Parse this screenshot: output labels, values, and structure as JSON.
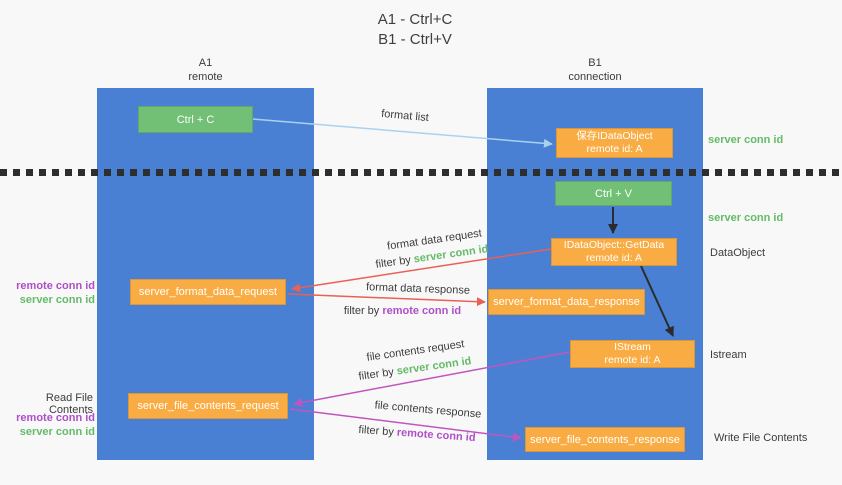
{
  "title": {
    "line1": "A1 - Ctrl+C",
    "line2": "B1 - Ctrl+V"
  },
  "lanes": {
    "a1": {
      "name": "A1",
      "role": "remote"
    },
    "b1": {
      "name": "B1",
      "role": "connection"
    }
  },
  "nodes": {
    "ctrl_c": {
      "label": "Ctrl + C"
    },
    "ctrl_v": {
      "label": "Ctrl + V"
    },
    "save_dataobject": {
      "line1": "保存IDataObject",
      "line2": "remote id: A"
    },
    "getdata": {
      "line1": "IDataObject::GetData",
      "line2": "remote id: A"
    },
    "istream": {
      "line1": "IStream",
      "line2": "remote id: A"
    },
    "format_request": {
      "label": "server_format_data_request"
    },
    "format_response": {
      "label": "server_format_data_response"
    },
    "file_request": {
      "label": "server_file_contents_request"
    },
    "file_response": {
      "label": "server_file_contents_response"
    }
  },
  "arrow_labels": {
    "format_list": "format list",
    "format_data_request": "format data request",
    "format_data_response": "format data response",
    "file_contents_request": "file contents request",
    "file_contents_response": "file contents response",
    "filter_by": "filter by",
    "server_conn_id": "server conn id",
    "remote_conn_id": "remote conn id"
  },
  "side_labels": {
    "right_top_server_conn": "server conn id",
    "right_mid_server_conn": "server conn id",
    "dataobject": "DataObject",
    "istream": "Istream",
    "write_file_contents": "Write File Contents",
    "left_top_remote_conn": "remote conn id",
    "left_top_server_conn": "server conn id",
    "read_file_contents": "Read File Contents",
    "left_bottom_remote_conn": "remote conn id",
    "left_bottom_server_conn": "server conn id"
  },
  "colors": {
    "lane_blue": "#4a80d4",
    "node_green": "#72bf76",
    "node_orange": "#f9ac43",
    "conn_green": "#64bb68",
    "conn_purple": "#ae4fc8",
    "arrow_blue": "#a9d2ef",
    "arrow_black": "#2b2b2b",
    "arrow_red": "#e96056",
    "arrow_magenta": "#c055c0"
  }
}
